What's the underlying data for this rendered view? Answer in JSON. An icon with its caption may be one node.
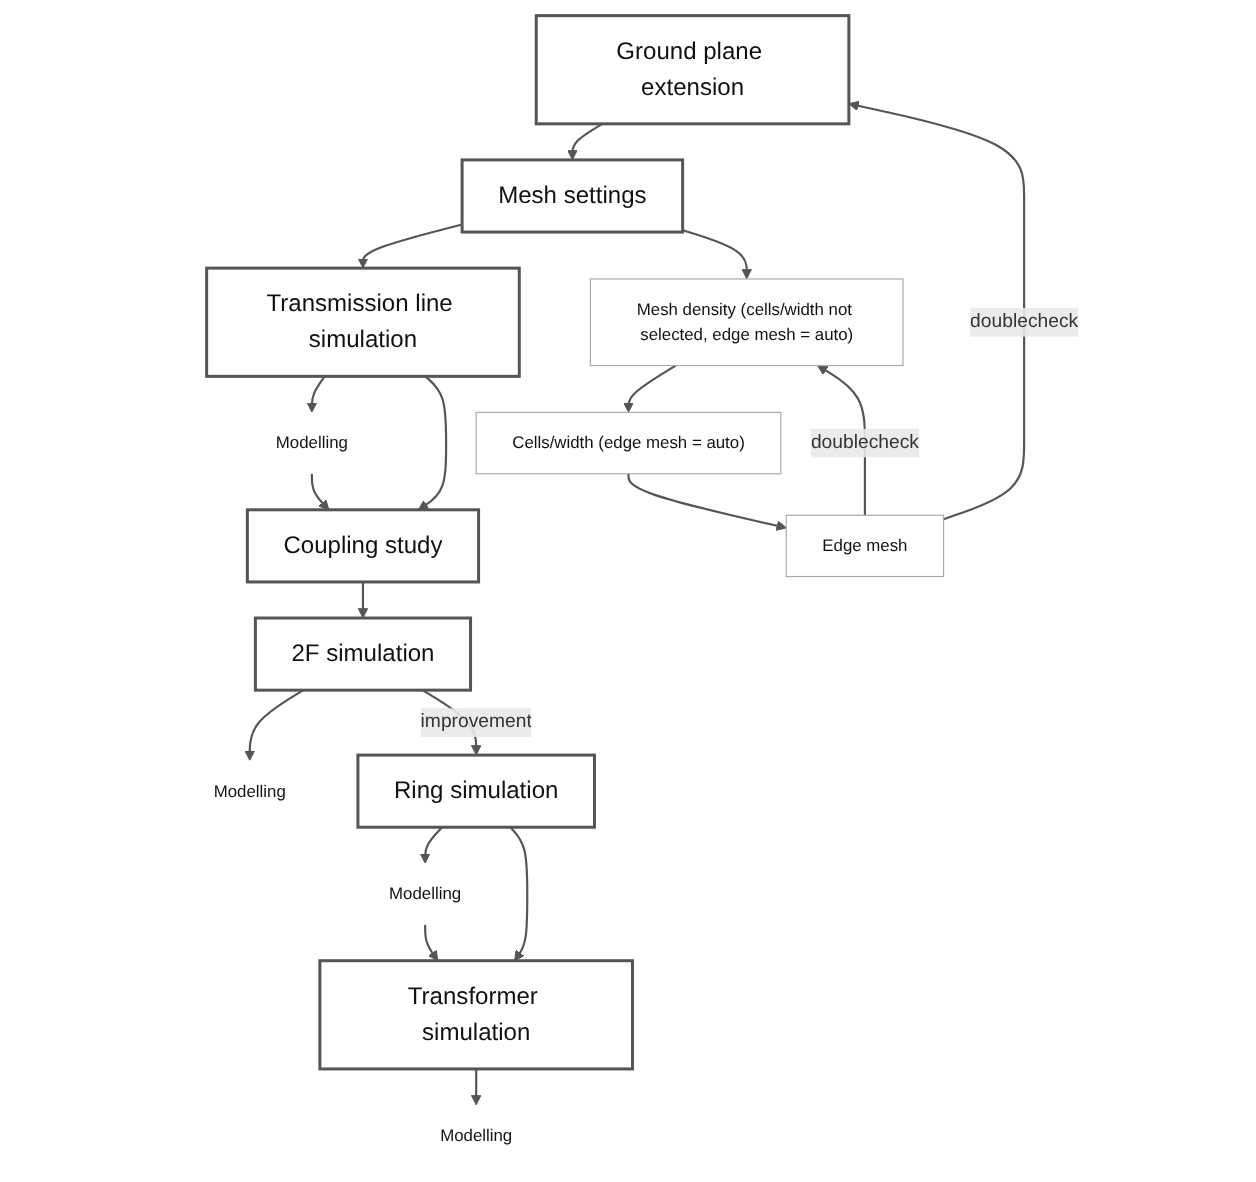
{
  "diagram": {
    "nodes": [
      {
        "text": [
          "Ground plane extension"
        ]
      },
      {
        "text": [
          "Mesh settings"
        ]
      },
      {
        "text": [
          "Mesh density (cells/width not selected, edge mesh = auto)"
        ]
      },
      {
        "text": [
          "Cells/width (edge mesh = auto)"
        ]
      },
      {
        "text": [
          "Edge mesh"
        ]
      },
      {
        "text": [
          "Transmission line simulation"
        ]
      },
      {
        "text": [
          "Modelling"
        ]
      },
      {
        "text": [
          "Coupling study"
        ]
      },
      {
        "text": [
          "2F simulation"
        ]
      },
      {
        "text": [
          "Modelling"
        ]
      },
      {
        "text": [
          "Ring simulation"
        ]
      },
      {
        "text": [
          "Modelling"
        ]
      },
      {
        "text": [
          "Transformer simulation"
        ]
      },
      {
        "text": [
          "Modelling"
        ]
      }
    ],
    "edges": [
      {
        "from": 0,
        "to": 1,
        "arrow": "to"
      },
      {
        "from": 1,
        "to": 5,
        "arrow": "to"
      },
      {
        "from": 1,
        "to": 2,
        "arrow": "to"
      },
      {
        "from": 2,
        "to": 3,
        "arrow": "to"
      },
      {
        "from": 3,
        "to": 4,
        "arrow": "to"
      },
      {
        "from": 4,
        "to": 2,
        "arrow": "to",
        "label": "doublecheck"
      },
      {
        "from": 4,
        "to": 0,
        "arrow": "to",
        "label": "doublecheck"
      },
      {
        "from": 5,
        "to": 6,
        "arrow": "to"
      },
      {
        "from": 6,
        "to": 7,
        "arrow": "to"
      },
      {
        "from": 5,
        "to": 7,
        "arrow": "to"
      },
      {
        "from": 7,
        "to": 8,
        "arrow": "to"
      },
      {
        "from": 8,
        "to": 9,
        "arrow": "to"
      },
      {
        "from": 8,
        "to": 10,
        "arrow": "to",
        "label": "improvement"
      },
      {
        "from": 10,
        "to": 11,
        "arrow": "to"
      },
      {
        "from": 11,
        "to": 12,
        "arrow": "to"
      },
      {
        "from": 10,
        "to": 12,
        "arrow": "to"
      },
      {
        "from": 12,
        "to": 13,
        "arrow": "to"
      }
    ]
  }
}
